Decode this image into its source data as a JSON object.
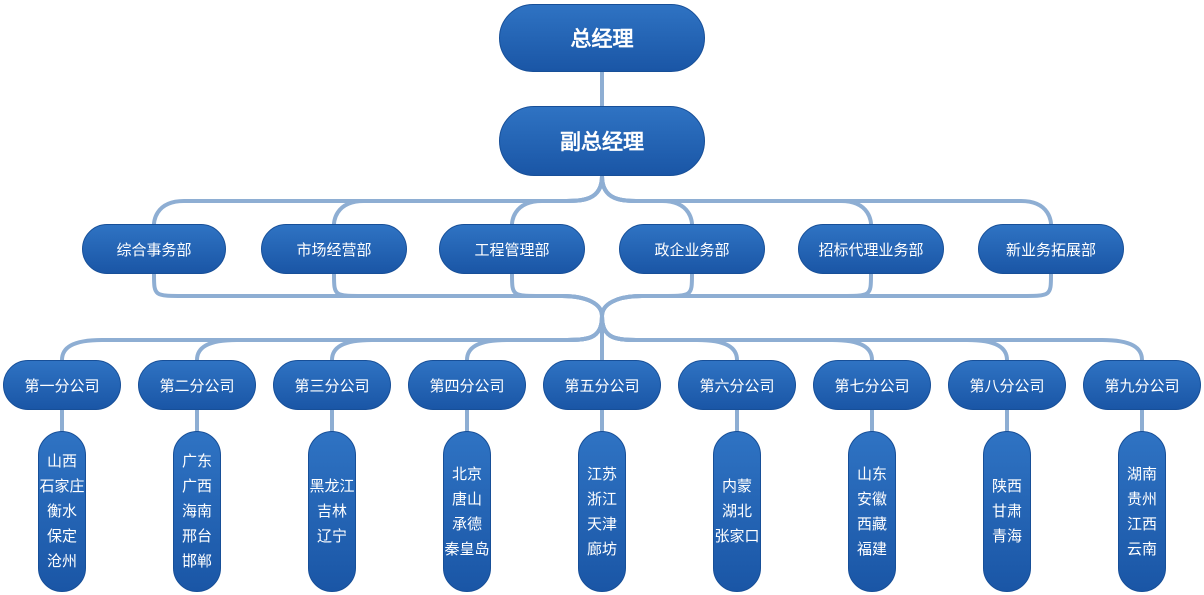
{
  "top": {
    "gm": "总经理",
    "deputy": "副总经理"
  },
  "departments": [
    "综合事务部",
    "市场经营部",
    "工程管理部",
    "政企业务部",
    "招标代理业务部",
    "新业务拓展部"
  ],
  "branches": [
    {
      "name": "第一分公司",
      "regions": [
        "山西",
        "石家庄",
        "衡水",
        "保定",
        "沧州"
      ]
    },
    {
      "name": "第二分公司",
      "regions": [
        "广东",
        "广西",
        "海南",
        "邢台",
        "邯郸"
      ]
    },
    {
      "name": "第三分公司",
      "regions": [
        "黑龙江",
        "吉林",
        "辽宁"
      ]
    },
    {
      "name": "第四分公司",
      "regions": [
        "北京",
        "唐山",
        "承德",
        "秦皇岛"
      ]
    },
    {
      "name": "第五分公司",
      "regions": [
        "江苏",
        "浙江",
        "天津",
        "廊坊"
      ]
    },
    {
      "name": "第六分公司",
      "regions": [
        "内蒙",
        "湖北",
        "张家口"
      ]
    },
    {
      "name": "第七分公司",
      "regions": [
        "山东",
        "安徽",
        "西藏",
        "福建"
      ]
    },
    {
      "name": "第八分公司",
      "regions": [
        "陕西",
        "甘肃",
        "青海"
      ]
    },
    {
      "name": "第九分公司",
      "regions": [
        "湖南",
        "贵州",
        "江西",
        "云南"
      ]
    }
  ],
  "colors": {
    "node": "#1f62b3",
    "connector": "#8eaed3"
  }
}
